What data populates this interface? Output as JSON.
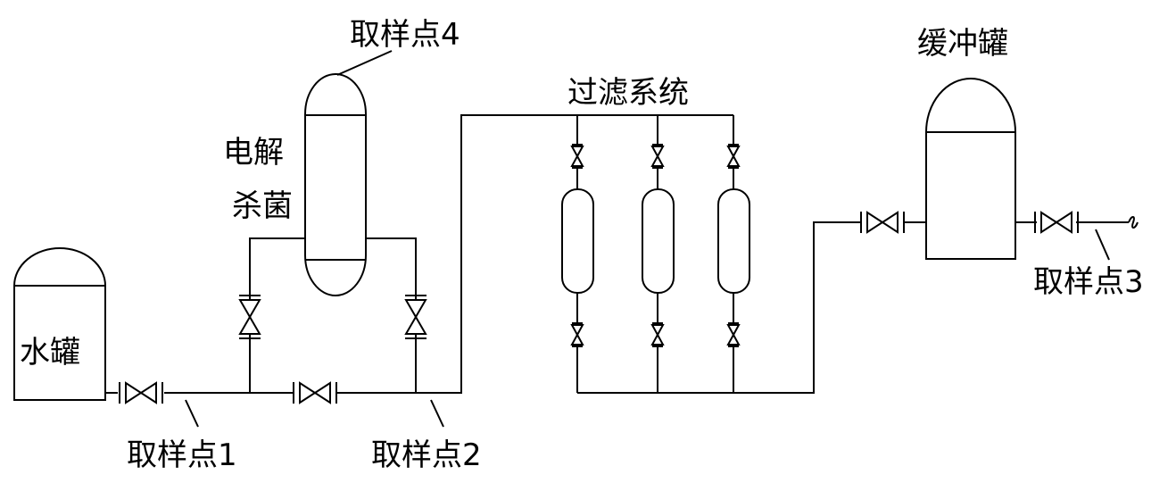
{
  "labels": {
    "water_tank": "水罐",
    "electrolysis_line1": "电解",
    "electrolysis_line2": "杀菌",
    "filtration": "过滤系统",
    "buffer_tank": "缓冲罐",
    "sample_point_1": "取样点1",
    "sample_point_2": "取样点2",
    "sample_point_3": "取样点3",
    "sample_point_4": "取样点4"
  }
}
